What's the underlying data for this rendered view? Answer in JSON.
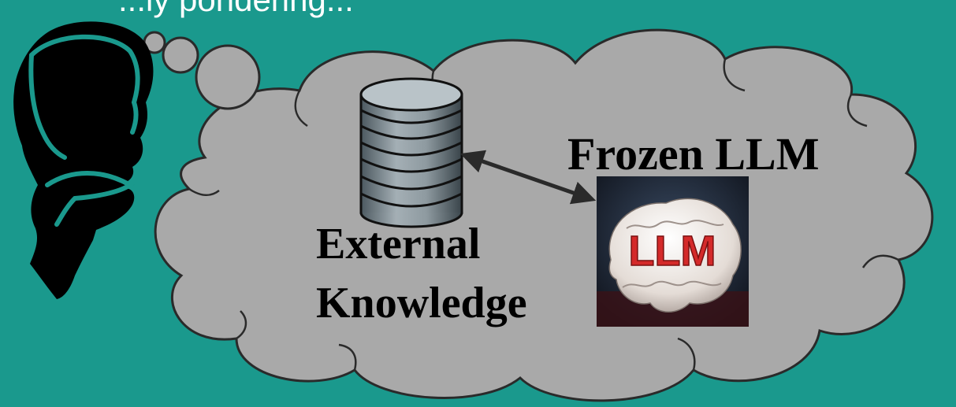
{
  "caption": "...ly pondering...",
  "labels": {
    "external_line1": "External",
    "external_line2": "Knowledge",
    "frozen_llm": "Frozen LLM",
    "brain_text": "LLM"
  },
  "colors": {
    "background": "#1a998d",
    "cloud": "#a9a9a9",
    "outline": "#2a2a2a",
    "head": "#000000",
    "head_outline": "#1a998d",
    "brain_text": "#d42a2a"
  },
  "icons": [
    "thinker-head-icon",
    "database-icon",
    "brain-icon",
    "bidirectional-arrow-icon"
  ]
}
